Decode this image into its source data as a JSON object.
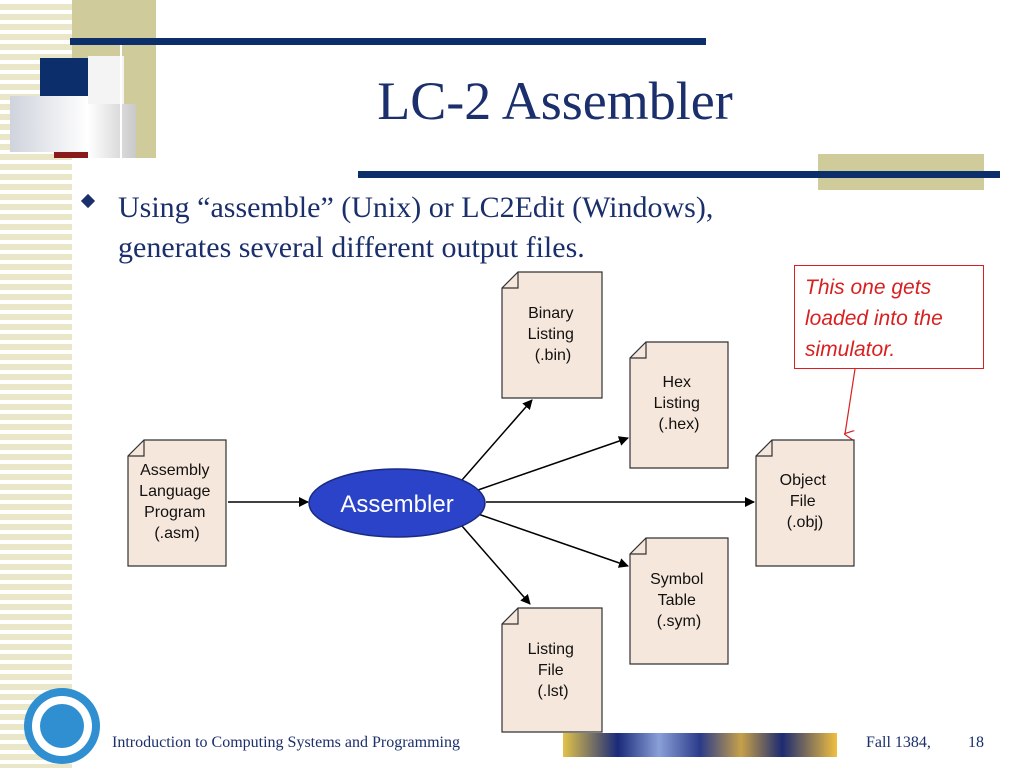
{
  "slide": {
    "title": "LC-2 Assembler",
    "bullet": "Using “assemble” (Unix) or LC2Edit (Windows), generates several different output files.",
    "callout": [
      "This one gets",
      "loaded into the",
      "simulator."
    ],
    "footer": {
      "course": "Introduction to Computing Systems and Programming",
      "term": "Fall 1384,",
      "page": "18"
    }
  },
  "diagram": {
    "center": "Assembler",
    "input": [
      "Assembly",
      "Language",
      "Program",
      "(.asm)"
    ],
    "outputs": {
      "binary": [
        "Binary",
        "Listing",
        "(.bin)"
      ],
      "hex": [
        "Hex",
        "Listing",
        "(.hex)"
      ],
      "object": [
        "Object",
        "File",
        "(.obj)"
      ],
      "symbol": [
        "Symbol",
        "Table",
        "(.sym)"
      ],
      "listing": [
        "Listing",
        "File",
        "(.lst)"
      ]
    }
  },
  "colors": {
    "title": "#1a2f6b",
    "accent_navy": "#0c2e6b",
    "accent_khaki": "#cfcb9a",
    "accent_red": "#8b1a1a",
    "doc_fill": "#f6e7dc",
    "ellipse_fill": "#2a43c8",
    "callout": "#d92020"
  },
  "icons": [
    "diamond-bullet-icon",
    "university-seal-icon",
    "decorative-photo-strip"
  ]
}
